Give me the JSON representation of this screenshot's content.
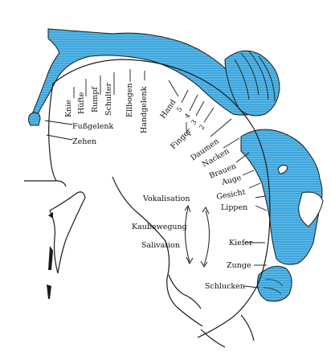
{
  "colors": {
    "figure_blue": "#3fa6dc",
    "line": "#1a1a1a",
    "background": "#ffffff"
  },
  "labels": {
    "knie": "Knie",
    "huefte": "Hüfte",
    "rumpf": "Rumpf",
    "schulter": "Schulter",
    "ellbogen": "Ellbogen",
    "handgelenk": "Handgelenk",
    "hand": "Hand",
    "finger": "Finger",
    "finger_5": "5",
    "finger_4": "4",
    "finger_3": "3",
    "finger_2": "2",
    "fussgelenk": "Fußgelenk",
    "zehen": "Zehen",
    "daumen": "Daumen",
    "nacken": "Nacken",
    "brauen": "Brauen",
    "auge": "Auge",
    "gesicht": "Gesicht",
    "lippen": "Lippen",
    "vokalisation": "Vokalisation",
    "kaubewegung": "Kaubewegung",
    "salivation": "Salivation",
    "kiefer": "Kiefer",
    "zunge": "Zunge",
    "schlucken": "Schlucken"
  }
}
